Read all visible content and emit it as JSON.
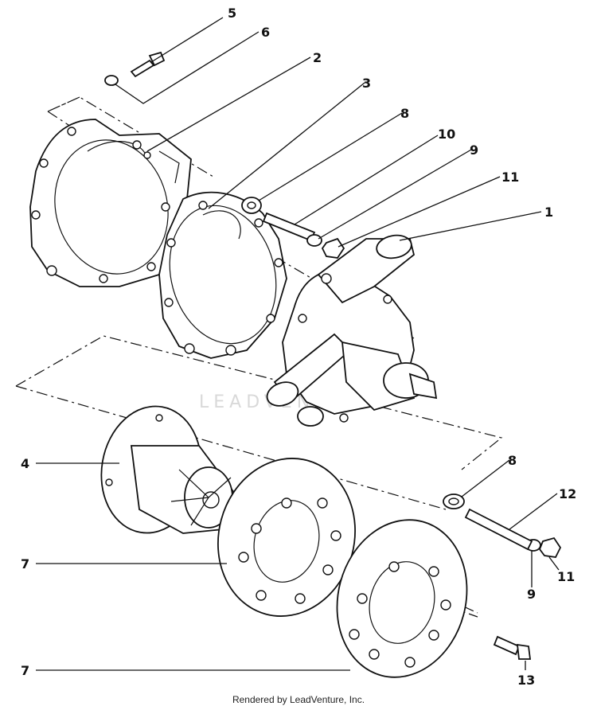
{
  "callouts": {
    "c1": "1",
    "c2": "2",
    "c3": "3",
    "c4": "4",
    "c5": "5",
    "c6": "6",
    "c7a": "7",
    "c7b": "7",
    "c8a": "8",
    "c8b": "8",
    "c9a": "9",
    "c9b": "9",
    "c10": "10",
    "c11a": "11",
    "c11b": "11",
    "c12": "12",
    "c13": "13"
  },
  "watermark": "LEADVENTURE",
  "footer": "Rendered by LeadVenture, Inc."
}
